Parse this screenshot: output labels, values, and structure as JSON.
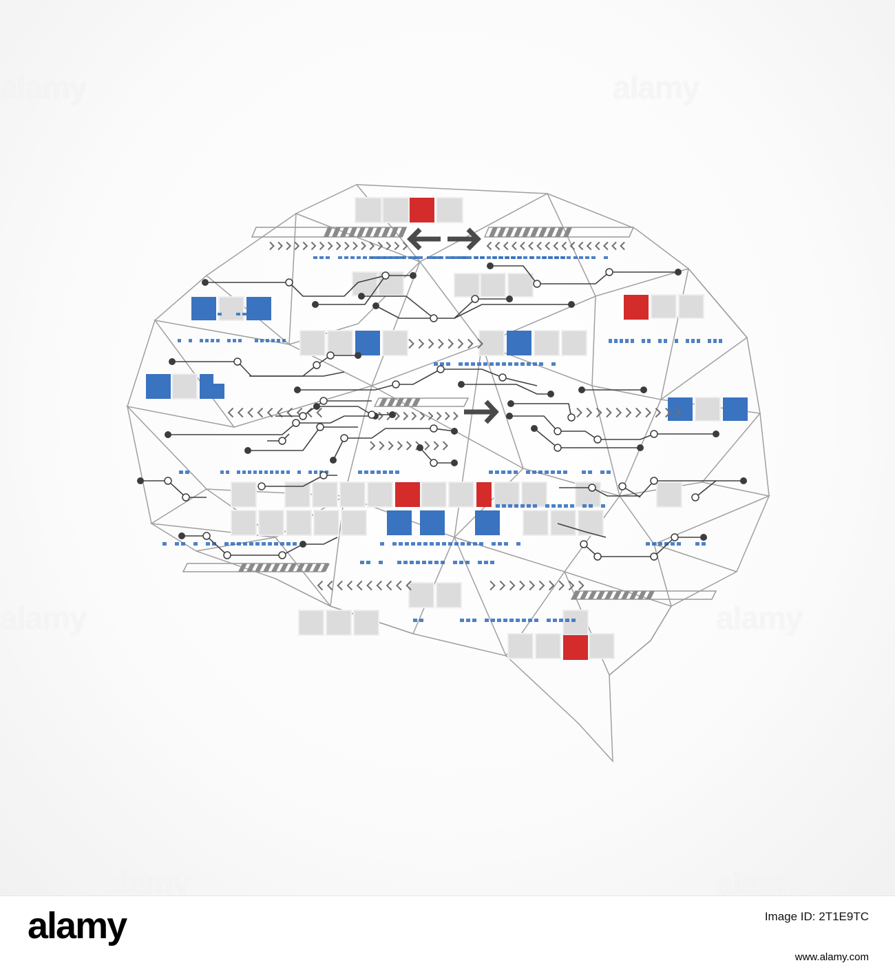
{
  "watermark": {
    "text": "alamy"
  },
  "footer": {
    "brand": "alamy",
    "image_label": "Image ID: 2T1E9TC",
    "image_id": "2T1E9TC",
    "site": "www.alamy.com"
  },
  "palette": {
    "blue": "#3a73c0",
    "red": "#d42b2b",
    "gray_tile": "#d9d9d9",
    "mesh": "#9a9a9a",
    "circuit": "#3c3c3c"
  }
}
